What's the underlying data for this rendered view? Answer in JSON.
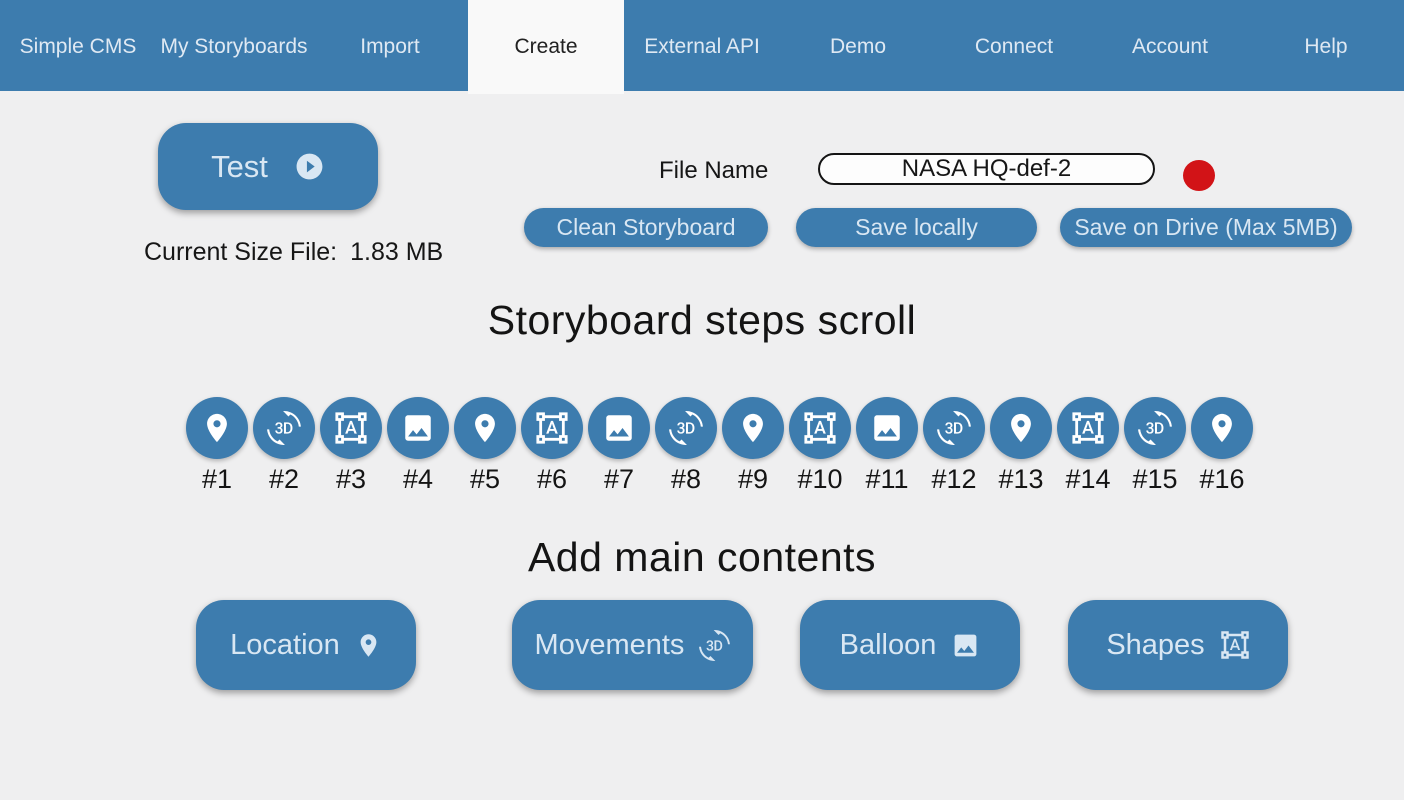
{
  "colors": {
    "primary": "#3d7cae",
    "page_bg": "#efeff0",
    "nav_text": "#dfe9f3",
    "active_tab_bg": "#f9f9f9",
    "active_tab_text": "#212121",
    "button_text": "#d9e7f3",
    "record_red": "#d21317"
  },
  "nav": {
    "items": [
      {
        "label": "Simple CMS",
        "active": false
      },
      {
        "label": "My Storyboards",
        "active": false
      },
      {
        "label": "Import",
        "active": false
      },
      {
        "label": "Create",
        "active": true
      },
      {
        "label": "External API",
        "active": false
      },
      {
        "label": "Demo",
        "active": false
      },
      {
        "label": "Connect",
        "active": false
      },
      {
        "label": "Account",
        "active": false
      },
      {
        "label": "Help",
        "active": false
      }
    ]
  },
  "toolbar": {
    "test_button": {
      "label": "Test",
      "icon": "play-circle"
    },
    "current_size": {
      "label": "Current Size File:",
      "value": "1.83 MB"
    },
    "file_name": {
      "label": "File Name",
      "value": "NASA HQ-def-2"
    },
    "record_indicator": {
      "icon": "record-dot",
      "color": "#d21317"
    },
    "actions": [
      {
        "label": "Clean Storyboard"
      },
      {
        "label": "Save locally"
      },
      {
        "label": "Save on Drive (Max 5MB)"
      }
    ]
  },
  "steps_section": {
    "title": "Storyboard steps scroll",
    "steps": [
      {
        "label": "#1",
        "icon": "location-pin"
      },
      {
        "label": "#2",
        "icon": "3d-rotation"
      },
      {
        "label": "#3",
        "icon": "format-shapes"
      },
      {
        "label": "#4",
        "icon": "image"
      },
      {
        "label": "#5",
        "icon": "location-pin"
      },
      {
        "label": "#6",
        "icon": "format-shapes"
      },
      {
        "label": "#7",
        "icon": "image"
      },
      {
        "label": "#8",
        "icon": "3d-rotation"
      },
      {
        "label": "#9",
        "icon": "location-pin"
      },
      {
        "label": "#10",
        "icon": "format-shapes"
      },
      {
        "label": "#11",
        "icon": "image"
      },
      {
        "label": "#12",
        "icon": "3d-rotation"
      },
      {
        "label": "#13",
        "icon": "location-pin"
      },
      {
        "label": "#14",
        "icon": "format-shapes"
      },
      {
        "label": "#15",
        "icon": "3d-rotation"
      },
      {
        "label": "#16",
        "icon": "location-pin"
      }
    ]
  },
  "contents_section": {
    "title": "Add main contents",
    "buttons": [
      {
        "label": "Location",
        "icon": "location-pin"
      },
      {
        "label": "Movements",
        "icon": "3d-rotation"
      },
      {
        "label": "Balloon",
        "icon": "image"
      },
      {
        "label": "Shapes",
        "icon": "format-shapes"
      }
    ]
  }
}
